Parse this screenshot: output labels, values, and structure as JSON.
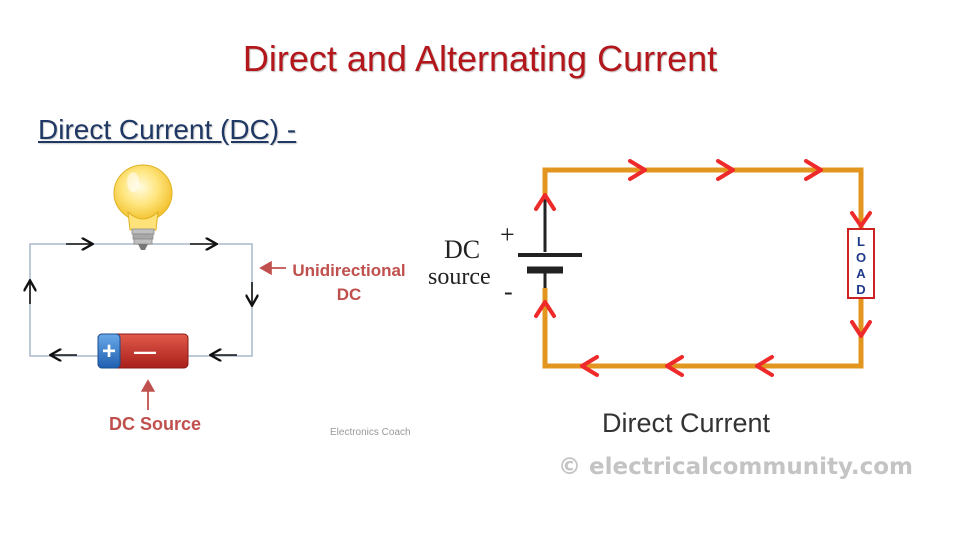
{
  "slide": {
    "title": "Direct and Alternating Current",
    "subtitle": "Direct Current (DC) -"
  },
  "left_figure": {
    "label_unidirectional_line1": "Unidirectional",
    "label_unidirectional_line2": "DC",
    "label_source": "DC Source",
    "credit": "Electronics Coach",
    "battery_plus": "+",
    "battery_minus": "—"
  },
  "right_figure": {
    "source_label_line1": "DC",
    "source_label_line2": "source",
    "plus_sign": "+",
    "minus_sign": "-",
    "load_letters": [
      "L",
      "O",
      "A",
      "D"
    ],
    "caption": "Direct Current",
    "watermark": "© electricalcommunity.com"
  },
  "colors": {
    "title": "#b3171c",
    "subtitle": "#1f3864",
    "wire_left": "#a9b8c8",
    "wire_right": "#e2961f",
    "arrow_right": "#ee2a2a",
    "label_red": "#c0504d",
    "load_border": "#cc2222"
  }
}
